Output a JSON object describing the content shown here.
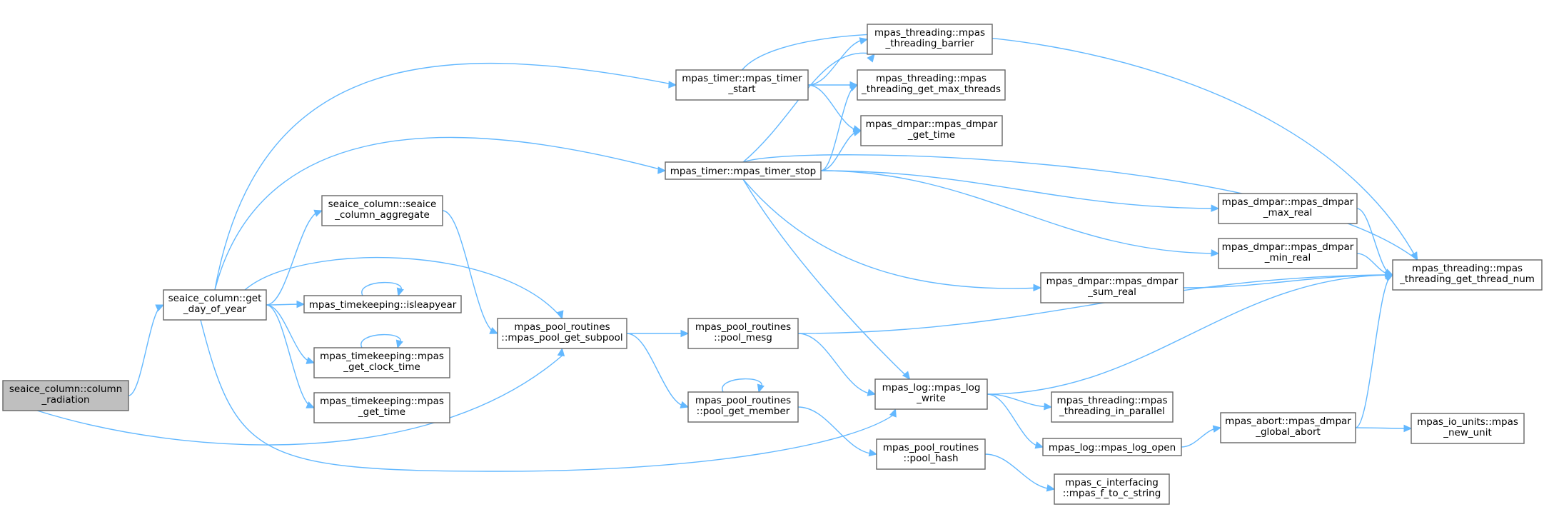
{
  "nodes": {
    "column_radiation": [
      "seaice_column::column",
      "_radiation"
    ],
    "get_day_of_year": [
      "seaice_column::get",
      "_day_of_year"
    ],
    "timer_start": [
      "mpas_timer::mpas_timer",
      "_start"
    ],
    "timer_stop": [
      "mpas_timer::mpas_timer_stop"
    ],
    "seaice_column_aggregate": [
      "seaice_column::seaice",
      "_column_aggregate"
    ],
    "isleapyear": [
      "mpas_timekeeping::isleapyear"
    ],
    "get_clock_time": [
      "mpas_timekeeping::mpas",
      "_get_clock_time"
    ],
    "tk_get_time": [
      "mpas_timekeeping::mpas",
      "_get_time"
    ],
    "get_subpool": [
      "mpas_pool_routines",
      "::mpas_pool_get_subpool"
    ],
    "threading_barrier": [
      "mpas_threading::mpas",
      "_threading_barrier"
    ],
    "get_max_threads": [
      "mpas_threading::mpas",
      "_threading_get_max_threads"
    ],
    "dmpar_get_time": [
      "mpas_dmpar::mpas_dmpar",
      "_get_time"
    ],
    "pool_mesg": [
      "mpas_pool_routines",
      "::pool_mesg"
    ],
    "pool_get_member": [
      "mpas_pool_routines",
      "::pool_get_member"
    ],
    "log_write": [
      "mpas_log::mpas_log",
      "_write"
    ],
    "pool_hash": [
      "mpas_pool_routines",
      "::pool_hash"
    ],
    "max_real": [
      "mpas_dmpar::mpas_dmpar",
      "_max_real"
    ],
    "min_real": [
      "mpas_dmpar::mpas_dmpar",
      "_min_real"
    ],
    "sum_real": [
      "mpas_dmpar::mpas_dmpar",
      "_sum_real"
    ],
    "threading_in_parallel": [
      "mpas_threading::mpas",
      "_threading_in_parallel"
    ],
    "log_open": [
      "mpas_log::mpas_log_open"
    ],
    "f_to_c_string": [
      "mpas_c_interfacing",
      "::mpas_f_to_c_string"
    ],
    "global_abort": [
      "mpas_abort::mpas_dmpar",
      "_global_abort"
    ],
    "get_thread_num": [
      "mpas_threading::mpas",
      "_threading_get_thread_num"
    ],
    "new_unit": [
      "mpas_io_units::mpas",
      "_new_unit"
    ]
  },
  "edges": [
    [
      "column_radiation",
      "get_day_of_year"
    ],
    [
      "column_radiation",
      "get_subpool"
    ],
    [
      "get_day_of_year",
      "timer_start"
    ],
    [
      "get_day_of_year",
      "timer_stop"
    ],
    [
      "get_day_of_year",
      "seaice_column_aggregate"
    ],
    [
      "get_day_of_year",
      "get_subpool"
    ],
    [
      "get_day_of_year",
      "isleapyear"
    ],
    [
      "get_day_of_year",
      "get_clock_time"
    ],
    [
      "get_day_of_year",
      "tk_get_time"
    ],
    [
      "get_day_of_year",
      "log_write"
    ],
    [
      "timer_start",
      "threading_barrier"
    ],
    [
      "timer_start",
      "get_max_threads"
    ],
    [
      "timer_start",
      "dmpar_get_time"
    ],
    [
      "timer_start",
      "get_thread_num"
    ],
    [
      "timer_stop",
      "threading_barrier"
    ],
    [
      "timer_stop",
      "get_max_threads"
    ],
    [
      "timer_stop",
      "dmpar_get_time"
    ],
    [
      "timer_stop",
      "max_real"
    ],
    [
      "timer_stop",
      "min_real"
    ],
    [
      "timer_stop",
      "sum_real"
    ],
    [
      "timer_stop",
      "log_write"
    ],
    [
      "timer_stop",
      "get_thread_num"
    ],
    [
      "seaice_column_aggregate",
      "get_subpool"
    ],
    [
      "isleapyear",
      "isleapyear"
    ],
    [
      "get_clock_time",
      "get_clock_time"
    ],
    [
      "get_subpool",
      "pool_mesg"
    ],
    [
      "get_subpool",
      "pool_get_member"
    ],
    [
      "pool_mesg",
      "log_write"
    ],
    [
      "pool_mesg",
      "get_thread_num"
    ],
    [
      "pool_get_member",
      "pool_get_member"
    ],
    [
      "pool_get_member",
      "pool_hash"
    ],
    [
      "log_write",
      "threading_in_parallel"
    ],
    [
      "log_write",
      "log_open"
    ],
    [
      "log_write",
      "get_thread_num"
    ],
    [
      "pool_hash",
      "f_to_c_string"
    ],
    [
      "max_real",
      "get_thread_num"
    ],
    [
      "min_real",
      "get_thread_num"
    ],
    [
      "sum_real",
      "get_thread_num"
    ],
    [
      "log_open",
      "global_abort"
    ],
    [
      "global_abort",
      "get_thread_num"
    ],
    [
      "global_abort",
      "new_unit"
    ]
  ],
  "colors": {
    "edge": "#63b8ff",
    "node_border": "#666666",
    "root_fill": "#bfbfbf",
    "node_fill": "#ffffff"
  }
}
